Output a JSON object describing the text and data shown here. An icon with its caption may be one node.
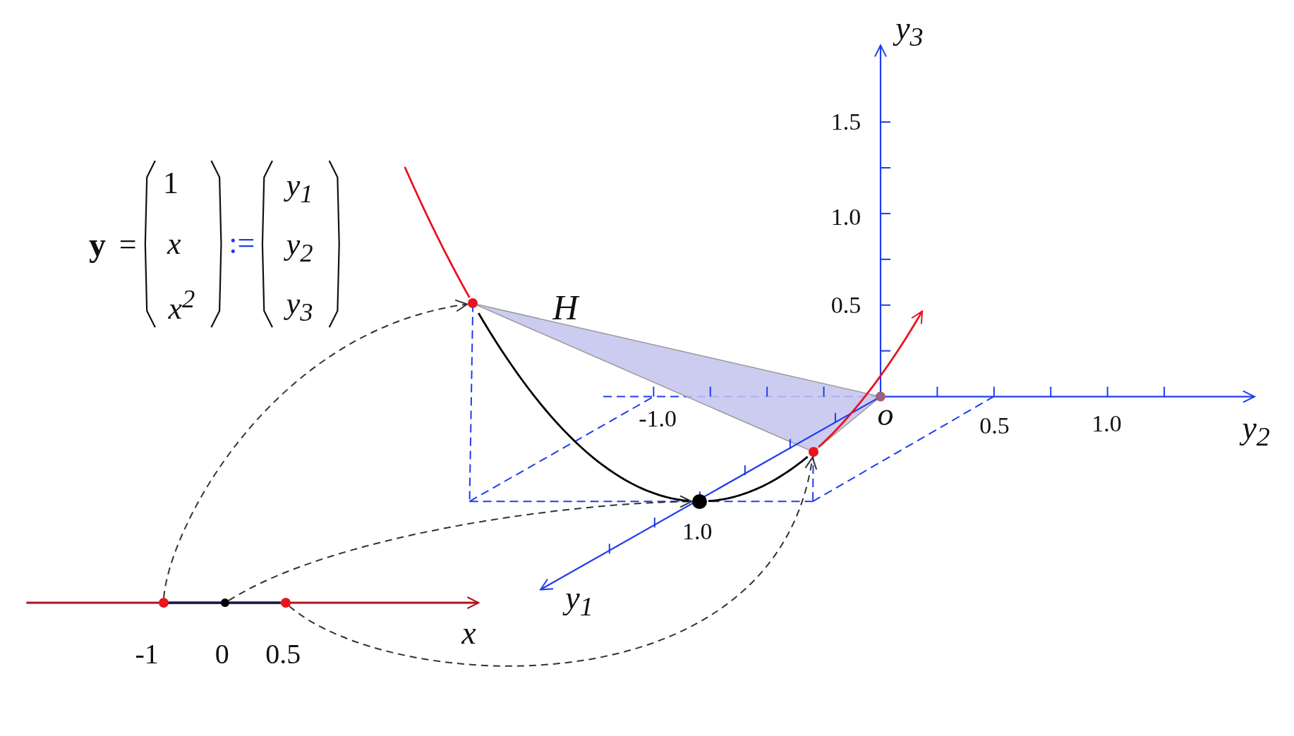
{
  "diagram": {
    "nodes": [
      {
        "text": [],
        "shape": "circle"
      },
      {
        "text": [],
        "shape": "circle"
      },
      {
        "text": [],
        "shape": "circle"
      },
      {
        "text": [],
        "shape": "circle"
      },
      {
        "text": [],
        "shape": "circle"
      },
      {
        "text": [],
        "shape": "circle"
      }
    ],
    "edges": [
      {
        "from": 0,
        "to": 3,
        "arrow": "to",
        "style": "dashed"
      },
      {
        "from": 1,
        "to": 4,
        "arrow": "to",
        "style": "dashed"
      },
      {
        "from": 2,
        "to": 5,
        "arrow": "to",
        "style": "dashed"
      },
      {
        "from": 3,
        "to": 4,
        "arrow": "none",
        "color": "#000000"
      },
      {
        "from": 4,
        "to": 5,
        "arrow": "none",
        "color": "#000000"
      },
      {
        "from": 5,
        "to": null,
        "arrow": "to",
        "color": "#e8141e"
      },
      {
        "from": null,
        "to": 3,
        "arrow": "none",
        "color": "#e8141e"
      },
      {
        "from": 0,
        "to": 1,
        "arrow": "none",
        "color": "#1a1a4a"
      },
      {
        "from": 1,
        "to": 2,
        "arrow": "none",
        "color": "#1a1a4a"
      }
    ],
    "labels": [
      "y$_{3}$",
      "1.5",
      "y",
      "=",
      "1",
      "x",
      "x$^{2}$",
      ":=",
      "y$_{1}$",
      "y$_{2}$",
      "y$_{3}$",
      "1.0",
      "0.5",
      "H",
      "-1.0",
      "o",
      "0.5",
      "1.0",
      "y$_{2}$",
      "1.0",
      "y$_{1}$",
      "x",
      "-1",
      "0",
      "0.5"
    ]
  }
}
